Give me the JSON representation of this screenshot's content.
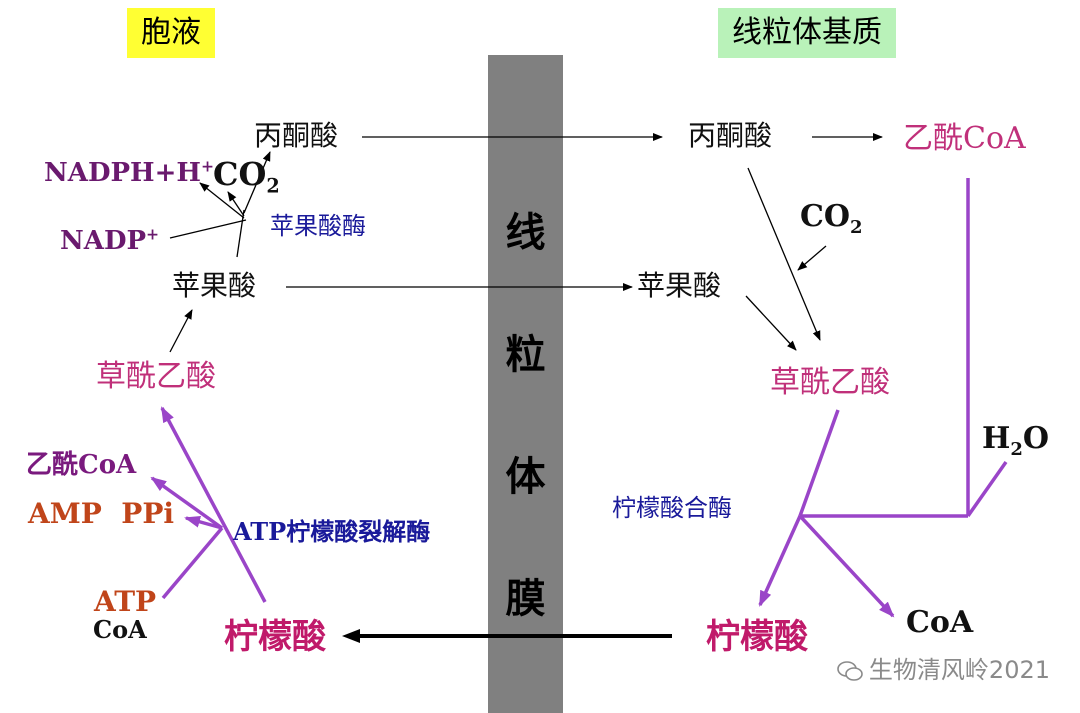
{
  "headers": {
    "cytosol": "胞液",
    "matrix": "线粒体基质"
  },
  "colors": {
    "cytosol_bg": "#ffff33",
    "matrix_bg": "#b9f2b9",
    "membrane": "#808080",
    "purple_line": "#9a45c8"
  },
  "membrane_chars": [
    "线",
    "粒",
    "体",
    "膜"
  ],
  "left": {
    "pyruvate": "丙酮酸",
    "nadph": "NADPH+H",
    "nadph_sup": "+",
    "co2": "CO",
    "co2_sub": "2",
    "malic_enzyme": "苹果酸酶",
    "nadp": "NADP",
    "nadp_sup": "+",
    "malate": "苹果酸",
    "oxaloacetate": "草酰乙酸",
    "acetyl_coa": "乙酰CoA",
    "amp_ppi": "AMP  PPi",
    "citrate_lyase": "ATP柠檬酸裂解酶",
    "atp": "ATP",
    "coa": "CoA",
    "citrate": "柠檬酸"
  },
  "right": {
    "pyruvate": "丙酮酸",
    "acetyl_coa": "乙酰CoA",
    "co2": "CO",
    "co2_sub": "2",
    "malate": "苹果酸",
    "oxaloacetate": "草酰乙酸",
    "h2o": "H",
    "h2o_sub": "2",
    "h2o_o": "O",
    "citrate_synthase": "柠檬酸合酶",
    "coa": "CoA",
    "citrate": "柠檬酸"
  },
  "watermark": "生物清风岭2021"
}
